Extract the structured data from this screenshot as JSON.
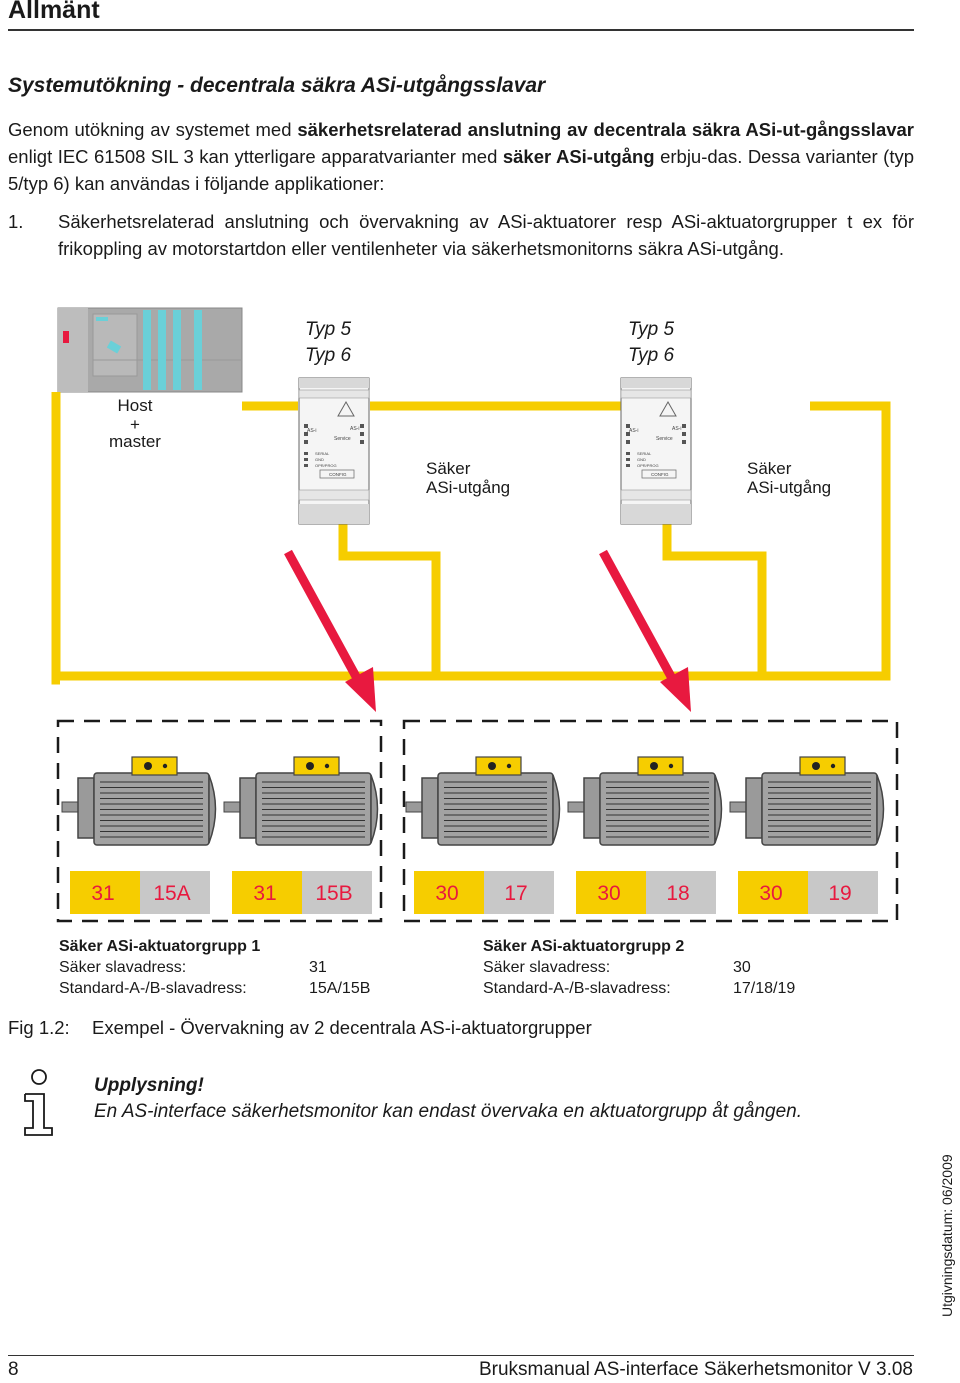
{
  "colors": {
    "yellow_bus": "#f6cd00",
    "red_arrow": "#e8193f",
    "motor_gray": "#9a9a9a",
    "badge_red": "#e8193f"
  },
  "header": {
    "section_title": "Allmänt"
  },
  "subtitle": "Systemutökning - decentrala säkra ASi-utgångsslavar",
  "intro": {
    "t1": "Genom utökning av systemet med ",
    "b1": "säkerhetsrelaterad anslutning av decentrala säkra ASi-ut-gångsslavar",
    "t2": " enligt IEC 61508 SIL 3 kan ytterligare apparatvarianter med ",
    "b2": "säker ASi-utgång",
    "t3": " erbju-das. Dessa varianter (typ 5/typ 6) kan användas i följande applikationer:"
  },
  "list_item_1": {
    "number": "1.",
    "text": "Säkerhetsrelaterad anslutning och övervakning av ASi-aktuatorer resp ASi-aktuatorgrupper t ex för frikoppling av motorstartdon eller ventilenheter via säkerhetsmonitorns säkra ASi-utgång."
  },
  "diagram": {
    "host_label": [
      "Host",
      "+",
      "master"
    ],
    "monitor_type_labels": [
      "Typ 5",
      "Typ 6"
    ],
    "output_label": [
      "Säker",
      "ASi-utgång"
    ],
    "device_text": {
      "config": "CONFIG",
      "asi": "AS-i",
      "service": "Service",
      "indicators": [
        "SERIAL",
        "GND",
        "OPR/PROG"
      ]
    },
    "badges": [
      {
        "safe": "31",
        "std": "15A"
      },
      {
        "safe": "31",
        "std": "15B"
      },
      {
        "safe": "30",
        "std": "17"
      },
      {
        "safe": "30",
        "std": "18"
      },
      {
        "safe": "30",
        "std": "19"
      }
    ]
  },
  "legend": {
    "group1": {
      "title": "Säker ASi-aktuatorgrupp 1",
      "safe_label": "Säker slavadress:",
      "safe_value": "31",
      "std_label": "Standard-A-/B-slavadress:",
      "std_value": "15A/15B"
    },
    "group2": {
      "title": "Säker ASi-aktuatorgrupp 2",
      "safe_label": "Säker slavadress:",
      "safe_value": "30",
      "std_label": "Standard-A-/B-slavadress:",
      "std_value": "17/18/19"
    }
  },
  "figure": {
    "label": "Fig 1.2:",
    "caption": "Exempel - Övervakning av 2 decentrala AS-i-aktuatorgrupper"
  },
  "note": {
    "icon": "info-icon",
    "title": "Upplysning!",
    "text": "En AS-interface säkerhetsmonitor kan endast övervaka en aktuatorgrupp åt gången."
  },
  "side_note": "Utgivningsdatum: 06/2009",
  "footer": {
    "page_number": "8",
    "title": "Bruksmanual AS-interface Säkerhetsmonitor V 3.08"
  }
}
